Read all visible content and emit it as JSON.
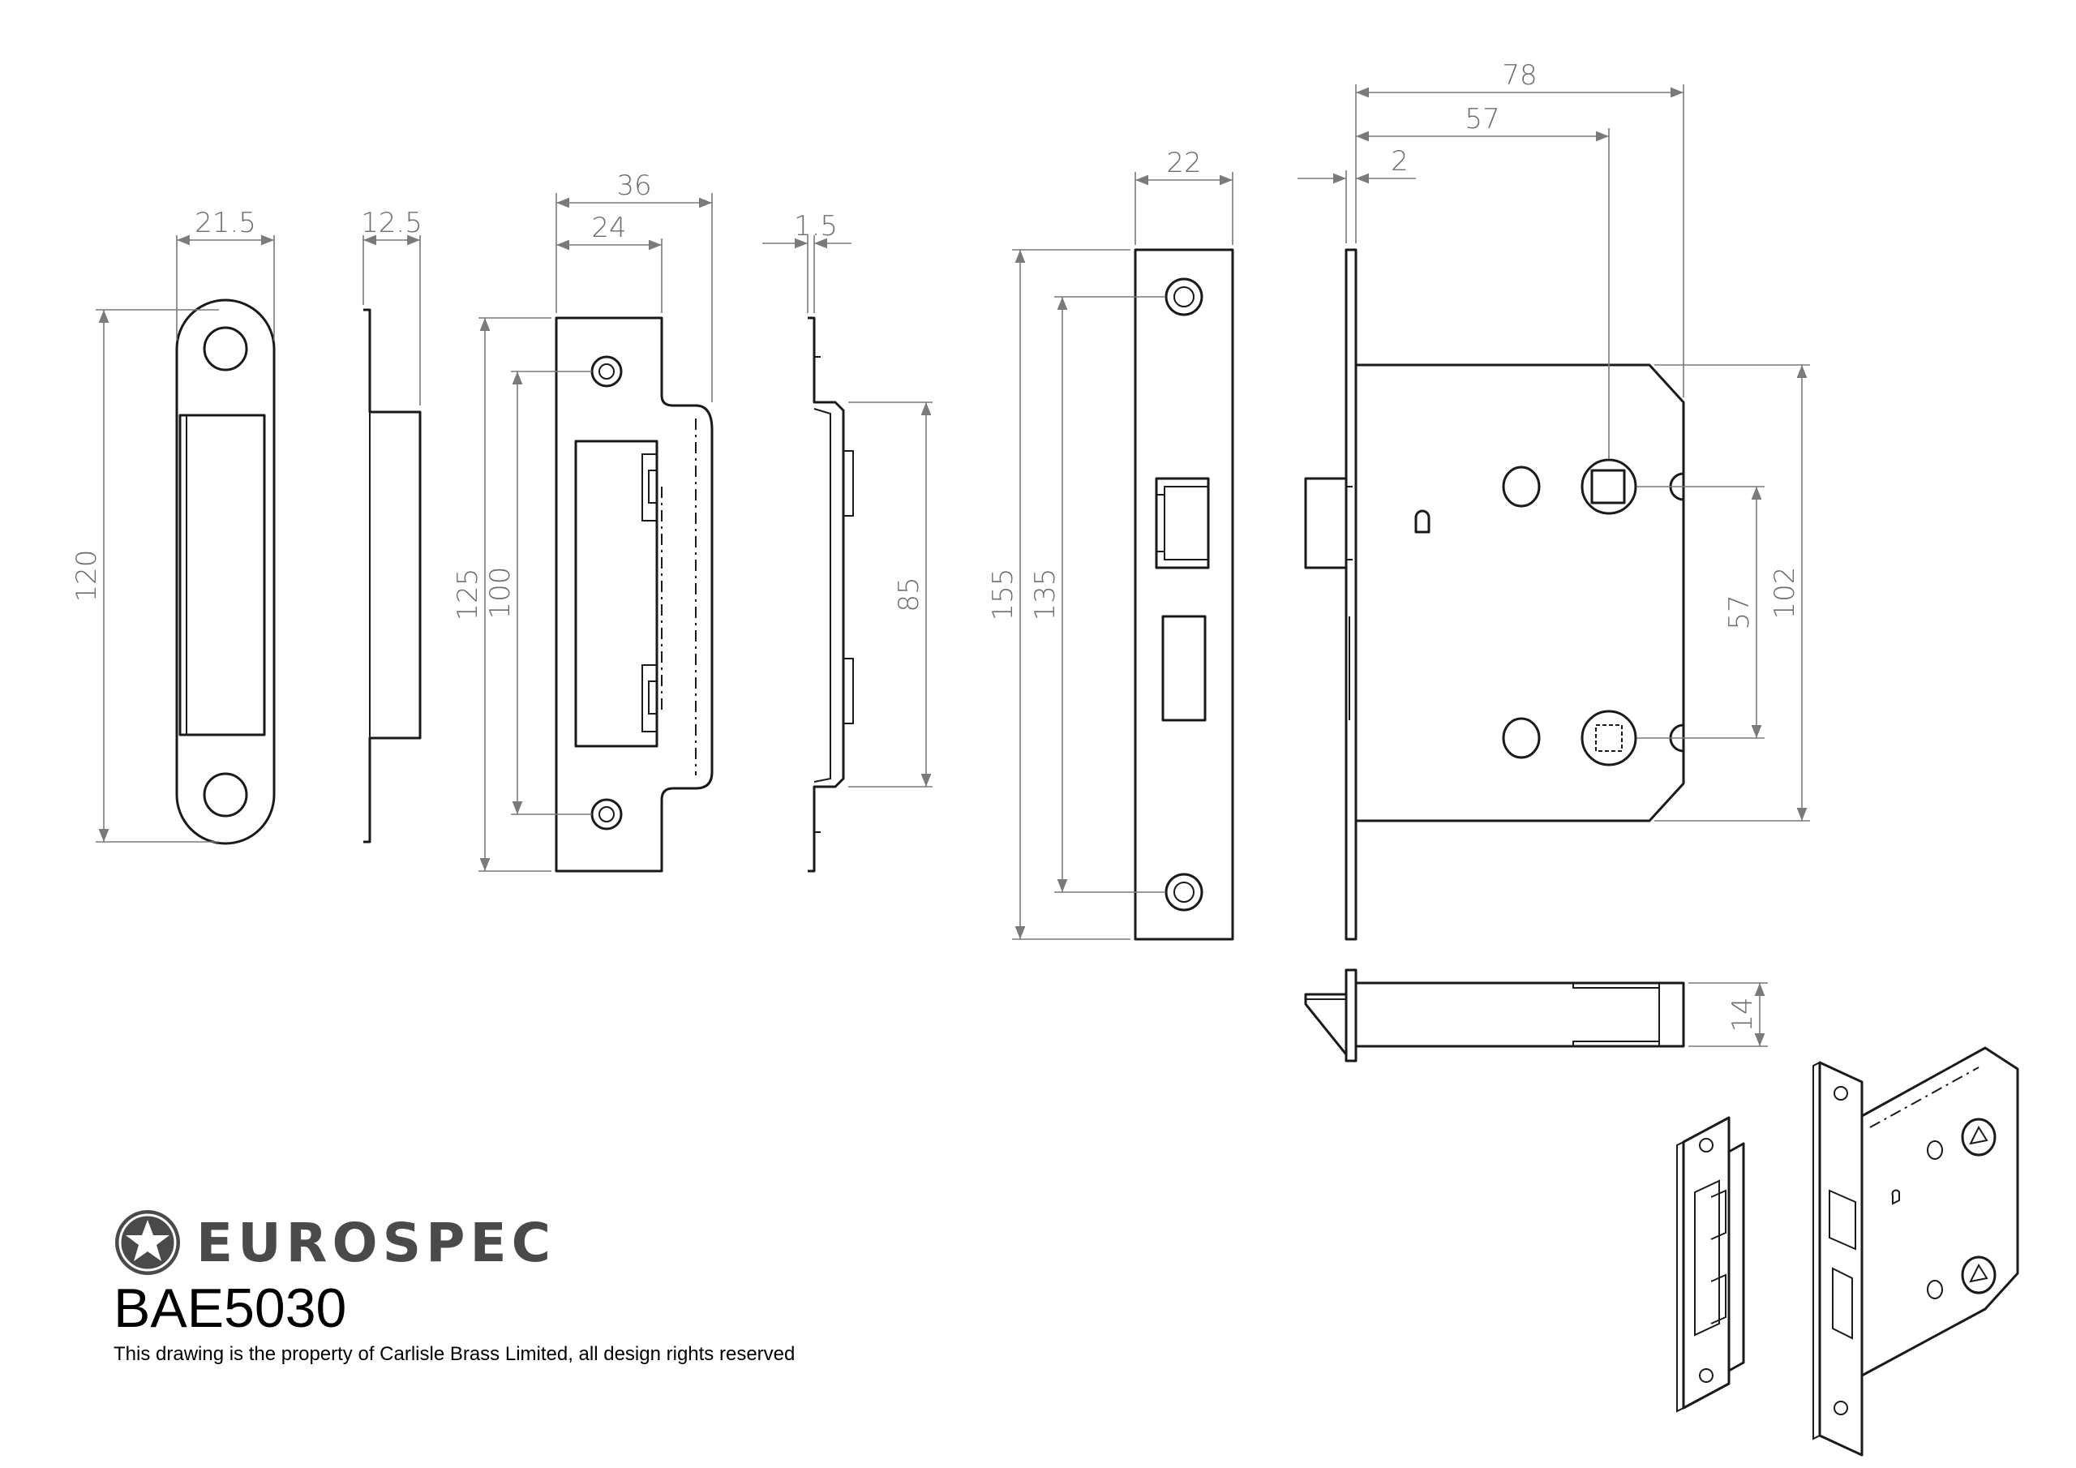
{
  "brand": {
    "name": "EUROSPEC",
    "logo_icon": "star-circle-icon",
    "color": "#4a4a4a"
  },
  "product": {
    "code": "BAE5030",
    "disclaimer": "This drawing is the property of Carlisle Brass Limited, all design rights reserved"
  },
  "dimensions": {
    "strike_front_width": "21.5",
    "strike_front_height": "120",
    "strike_side_depth": "12.5",
    "keep_front_width_overall": "36",
    "keep_front_width_inner": "24",
    "keep_front_height_overall": "125",
    "keep_front_hole_centres": "100",
    "keep_side_thickness": "1.5",
    "keep_side_box_height": "85",
    "forend_width": "22",
    "forend_height": "155",
    "forend_hole_centres": "135",
    "lock_backset_overall": "78",
    "lock_backset_spindle": "57",
    "lock_forend_thickness": "2",
    "lock_case_height": "102",
    "lock_follower_centres": "57",
    "bolt_thickness": "14"
  },
  "colors": {
    "line": "#1a1a1a",
    "dimension": "#7a7a7a",
    "background": "#ffffff"
  }
}
